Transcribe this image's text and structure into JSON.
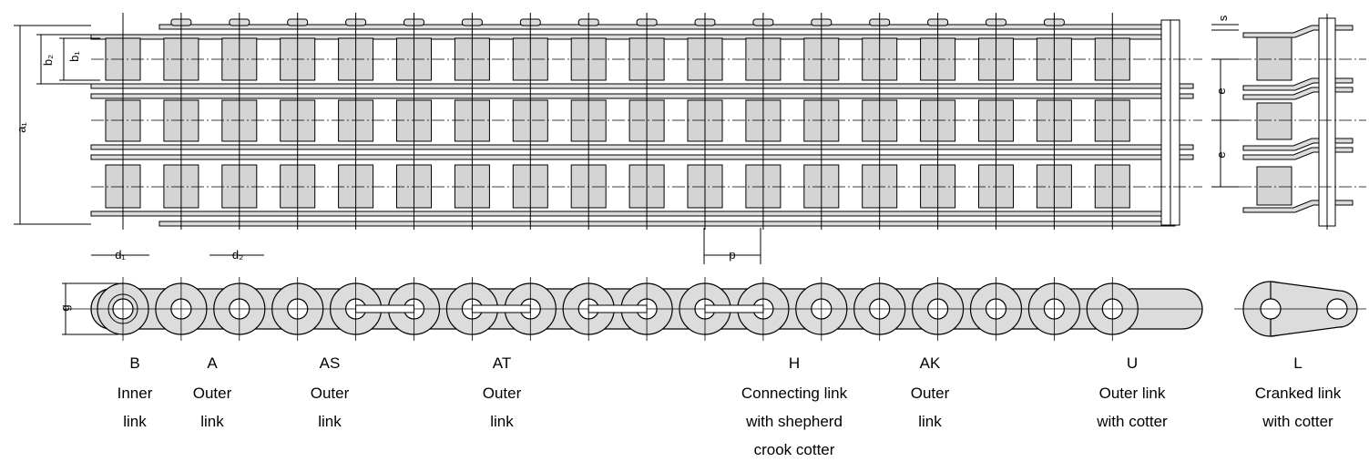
{
  "figure": {
    "dimension_labels": {
      "a1": "a₁",
      "b2": "b₂",
      "b1": "b₁",
      "d1": "d₁",
      "d2": "d₂",
      "p": "p",
      "g": "g",
      "s": "s",
      "e_upper": "e",
      "e_lower": "e"
    },
    "captions": [
      {
        "code": "B",
        "lines": [
          "Inner",
          "link"
        ]
      },
      {
        "code": "A",
        "lines": [
          "Outer",
          "link"
        ]
      },
      {
        "code": "AS",
        "lines": [
          "Outer",
          "link"
        ]
      },
      {
        "code": "AT",
        "lines": [
          "Outer",
          "link"
        ]
      },
      {
        "code": "H",
        "lines": [
          "Connecting link",
          "with shepherd",
          "crook cotter"
        ]
      },
      {
        "code": "AK",
        "lines": [
          "Outer",
          "link"
        ]
      },
      {
        "code": "U",
        "lines": [
          "Outer link",
          "with cotter"
        ]
      },
      {
        "code": "L",
        "lines": [
          "Cranked link",
          "with cotter"
        ]
      }
    ],
    "colors": {
      "roller_fill": "#d4d4d4",
      "plate_fill": "#dcdcdc",
      "stroke": "#000000",
      "background": "#ffffff"
    }
  }
}
